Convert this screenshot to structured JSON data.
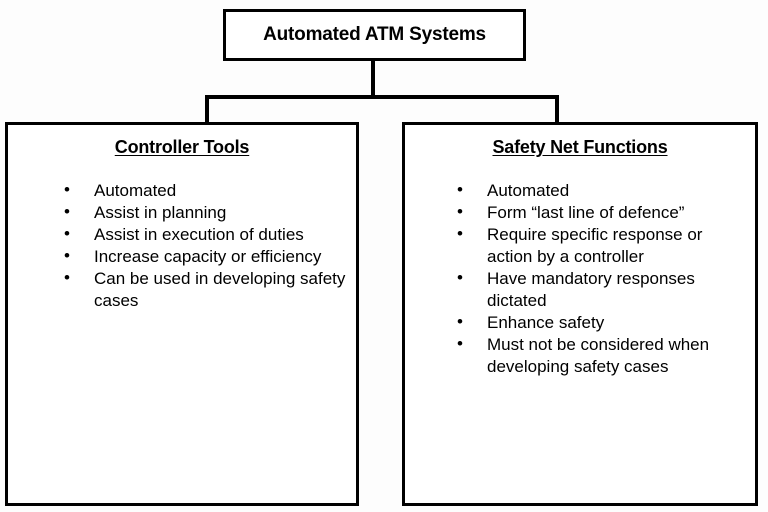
{
  "diagram": {
    "type": "hierarchy-tree",
    "root": {
      "title": "Automated ATM Systems"
    },
    "branches": [
      {
        "id": "controller-tools",
        "title": "Controller Tools",
        "items": [
          "Automated",
          "Assist in planning",
          "Assist in execution of duties",
          "Increase capacity or efficiency",
          "Can be used in developing safety cases"
        ]
      },
      {
        "id": "safety-net-functions",
        "title": "Safety Net Functions",
        "items": [
          "Automated",
          "Form “last line of defence”",
          "Require specific response or action by a controller",
          "Have mandatory responses dictated",
          "Enhance safety",
          "Must not be considered when developing safety cases"
        ]
      }
    ],
    "colors": {
      "stroke": "#000000",
      "box_fill": "#ffffff",
      "page_background": "#fdfdfd",
      "text": "#000000"
    }
  }
}
